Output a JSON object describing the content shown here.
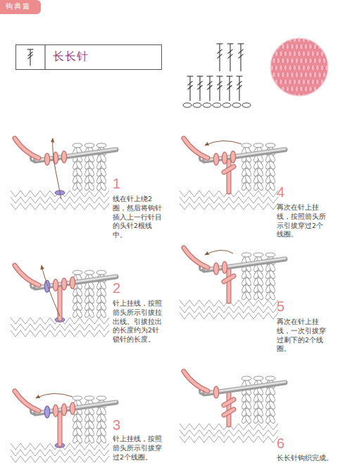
{
  "diagram": {
    "nodes": [
      {
        "text": [
          "钩典篇"
        ]
      },
      {
        "text": [
          "长长针"
        ]
      }
    ],
    "labels": [
      "1",
      "线在针上绕2圈，然后将钩针插入上一行针目的头针2根线中。",
      "2",
      "针上挂线，按照箭头所示引拔拉出线。引拔拉出的长度约为2针锁针的长度。",
      "3",
      "针上挂线，按照箭头所示引拔穿过2个线圈。",
      "4",
      "再次在针上挂线，按照箭头所示引拔穿过2个线圈。",
      "5",
      "再次在针上挂线，一次引拔穿过剩下的2个线圈。",
      "6",
      "长长针钩织完成。"
    ]
  }
}
